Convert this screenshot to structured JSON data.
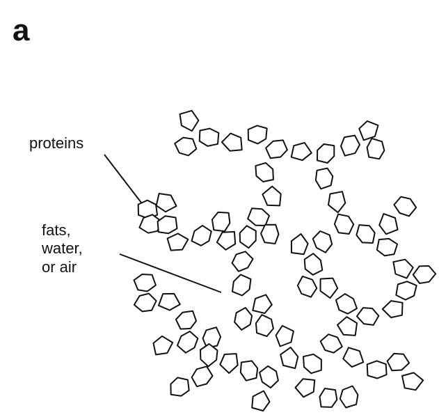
{
  "panel_letter": "a",
  "labels": {
    "proteins": "proteins",
    "fats_lines": [
      "fats,",
      "water,",
      "or air"
    ]
  },
  "colors": {
    "stroke": "#111111",
    "fill": "#ffffff"
  }
}
